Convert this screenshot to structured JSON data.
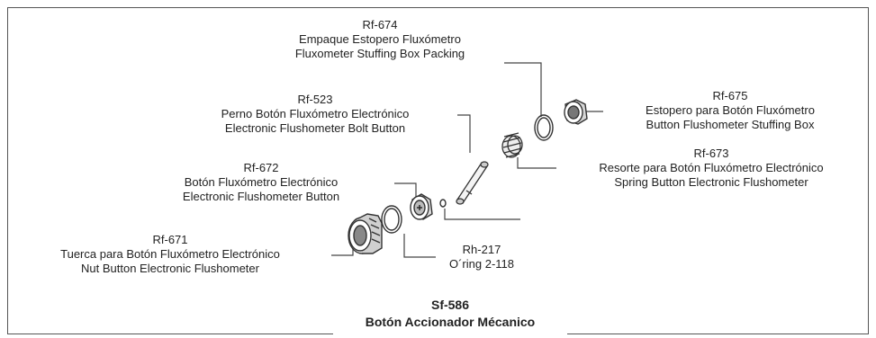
{
  "parts": [
    {
      "code": "Rf-674",
      "es": "Empaque Estopero Fluxómetro",
      "en": "Fluxometer Stuffing Box Packing"
    },
    {
      "code": "Rf-523",
      "es": "Perno Botón Fluxómetro Electrónico",
      "en": "Electronic Flushometer Bolt Button"
    },
    {
      "code": "Rf-672",
      "es": "Botón Fluxómetro Electrónico",
      "en": "Electronic Flushometer Button"
    },
    {
      "code": "Rf-671",
      "es": "Tuerca para Botón Fluxómetro Electrónico",
      "en": "Nut Button Electronic Flushometer"
    },
    {
      "code": "Rf-675",
      "es": "Estopero para Botón Fluxómetro",
      "en": "Button Flushometer Stuffing Box"
    },
    {
      "code": "Rf-673",
      "es": "Resorte para Botón Fluxómetro Electrónico",
      "en": "Spring Button Electronic Flushometer"
    },
    {
      "code": "Rh-217",
      "es": "O´ring 2-118"
    }
  ],
  "assembly": {
    "code": "Sf-586",
    "name": "Botón Accionador Mécanico"
  }
}
